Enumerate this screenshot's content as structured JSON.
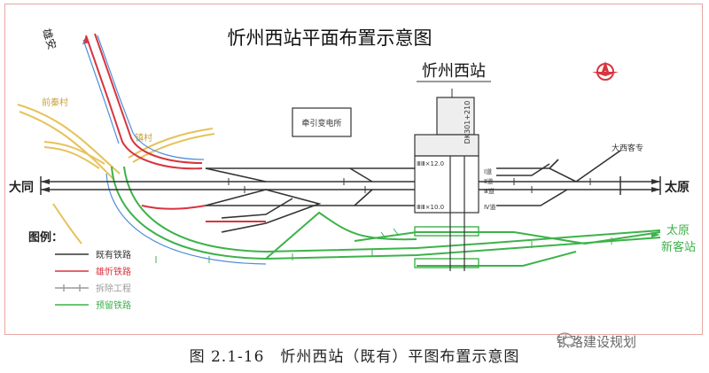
{
  "title": "忻州西站平面布置示意图",
  "station_label": "忻州西站",
  "mileage": "DK301+210",
  "substation": "牵引变电所",
  "places": {
    "xiongxin_north": "雄安",
    "datong": "大同",
    "taiyuan": "太原",
    "taiyuan_new": [
      "太原",
      "新客站"
    ],
    "daxi": "大西客专",
    "village1": "前秦村",
    "village2": "镇村"
  },
  "platform_labels": [
    "ⅢⅢ×12.0",
    "ⅢⅢ×10.0"
  ],
  "track_labels": [
    "Ⅰ道",
    "Ⅱ道",
    "Ⅲ道",
    "Ⅳ道"
  ],
  "legend": {
    "title": "图例：",
    "items": [
      {
        "label": "既有铁路",
        "color": "#333333"
      },
      {
        "label": "雄忻铁路",
        "color": "#d9343f"
      },
      {
        "label": "拆除工程",
        "color": "#9a9a9a"
      },
      {
        "label": "预留铁路",
        "color": "#3db24a"
      }
    ]
  },
  "caption": "图 2.1-16　忻州西站（既有）平图布置示意图",
  "watermark": "铁路建设规划",
  "colors": {
    "existing": "#333333",
    "xiongxin": "#d9343f",
    "demolish": "#9a9a9a",
    "reserved": "#3db24a",
    "road": "#e6c25a",
    "frame": "#e7a7a3",
    "blue": "#4f8fd8"
  }
}
